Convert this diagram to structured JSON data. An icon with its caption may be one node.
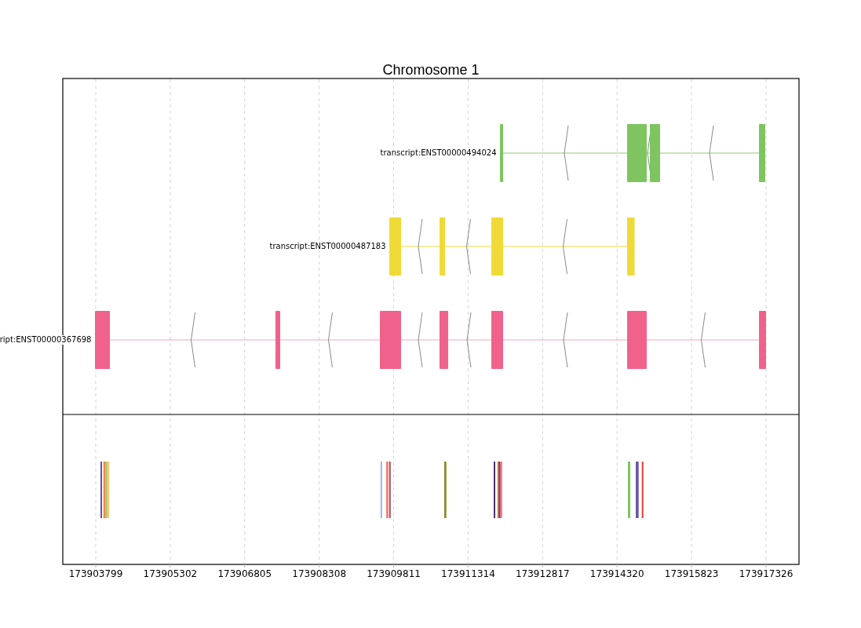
{
  "diagram": {
    "title": "Chromosome 1",
    "labels": [
      "transcript:ENST00000494024",
      "transcript:ENST00000487183",
      "ript:ENST00000367698",
      "173903799",
      "173905302",
      "173906805",
      "173908308",
      "173909811",
      "173911314",
      "173912817",
      "173914320",
      "173915823",
      "173917326"
    ]
  }
}
